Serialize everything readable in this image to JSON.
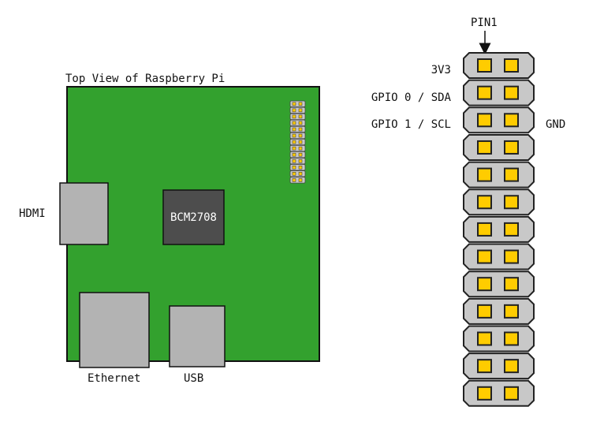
{
  "board": {
    "title": "Top View of Raspberry Pi",
    "chip_label": "BCM2708",
    "hdmi_label": "HDMI",
    "ethernet_label": "Ethernet",
    "usb_label": "USB",
    "colors": {
      "pcb": "#33a12e",
      "chip": "#4d4d4d",
      "connector": "#b3b3b3",
      "pin": "#ffcc00"
    }
  },
  "header": {
    "pin1_label": "PIN1",
    "rows": 13,
    "labels_left": [
      "3V3",
      "GPIO 0 / SDA",
      "GPIO 1 / SCL"
    ],
    "labels_right": [
      "",
      "",
      "GND"
    ],
    "colors": {
      "row_fill": "#c8c8c8",
      "pin": "#ffcc00",
      "outline": "#222222"
    }
  }
}
